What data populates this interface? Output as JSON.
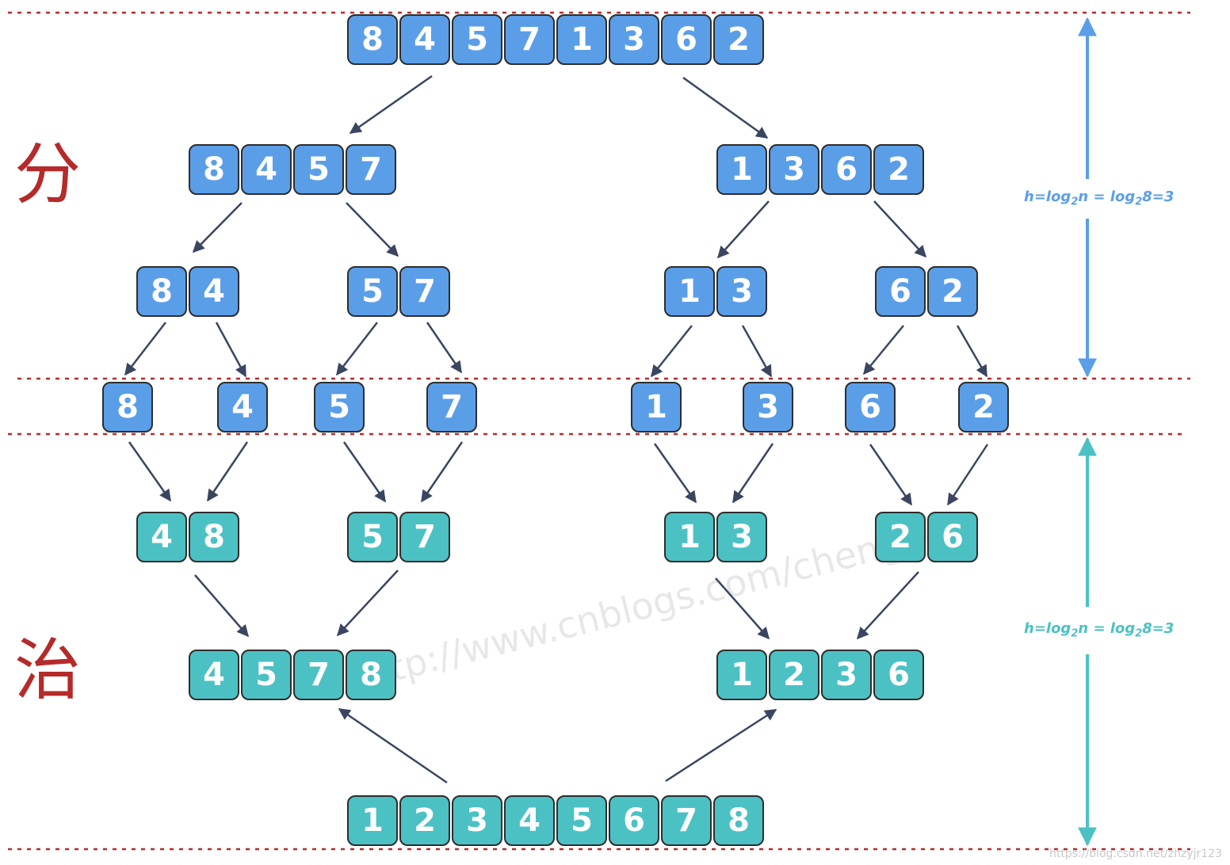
{
  "phases": {
    "divide": "分",
    "conquer": "治"
  },
  "height_label": {
    "prefix": "h=log",
    "sub1": "2",
    "mid": "n = log",
    "sub2": "2",
    "suffix": "8=3"
  },
  "watermark": "http://www.cnblogs.com/chengxiao",
  "credit": "https://blog.csdn.net/zhzyjr123",
  "colors": {
    "divide": "#5b9ee8",
    "conquer": "#4cc1c4",
    "arrow": "#3a4660",
    "separator": "#b52a2a"
  },
  "arrays": [
    {
      "id": "d0",
      "values": [
        "8",
        "4",
        "5",
        "7",
        "1",
        "3",
        "6",
        "2"
      ],
      "color": "blue"
    },
    {
      "id": "d1a",
      "values": [
        "8",
        "4",
        "5",
        "7"
      ],
      "color": "blue"
    },
    {
      "id": "d1b",
      "values": [
        "1",
        "3",
        "6",
        "2"
      ],
      "color": "blue"
    },
    {
      "id": "d2a",
      "values": [
        "8",
        "4"
      ],
      "color": "blue"
    },
    {
      "id": "d2b",
      "values": [
        "5",
        "7"
      ],
      "color": "blue"
    },
    {
      "id": "d2c",
      "values": [
        "1",
        "3"
      ],
      "color": "blue"
    },
    {
      "id": "d2d",
      "values": [
        "6",
        "2"
      ],
      "color": "blue"
    },
    {
      "id": "d3a",
      "values": [
        "8"
      ],
      "color": "blue"
    },
    {
      "id": "d3b",
      "values": [
        "4"
      ],
      "color": "blue"
    },
    {
      "id": "d3c",
      "values": [
        "5"
      ],
      "color": "blue"
    },
    {
      "id": "d3d",
      "values": [
        "7"
      ],
      "color": "blue"
    },
    {
      "id": "d3e",
      "values": [
        "1"
      ],
      "color": "blue"
    },
    {
      "id": "d3f",
      "values": [
        "3"
      ],
      "color": "blue"
    },
    {
      "id": "d3g",
      "values": [
        "6"
      ],
      "color": "blue"
    },
    {
      "id": "d3h",
      "values": [
        "2"
      ],
      "color": "blue"
    },
    {
      "id": "c1a",
      "values": [
        "4",
        "8"
      ],
      "color": "teal"
    },
    {
      "id": "c1b",
      "values": [
        "5",
        "7"
      ],
      "color": "teal"
    },
    {
      "id": "c1c",
      "values": [
        "1",
        "3"
      ],
      "color": "teal"
    },
    {
      "id": "c1d",
      "values": [
        "2",
        "6"
      ],
      "color": "teal"
    },
    {
      "id": "c2a",
      "values": [
        "4",
        "5",
        "7",
        "8"
      ],
      "color": "teal"
    },
    {
      "id": "c2b",
      "values": [
        "1",
        "2",
        "3",
        "6"
      ],
      "color": "teal"
    },
    {
      "id": "c3",
      "values": [
        "1",
        "2",
        "3",
        "4",
        "5",
        "6",
        "7",
        "8"
      ],
      "color": "teal"
    }
  ]
}
